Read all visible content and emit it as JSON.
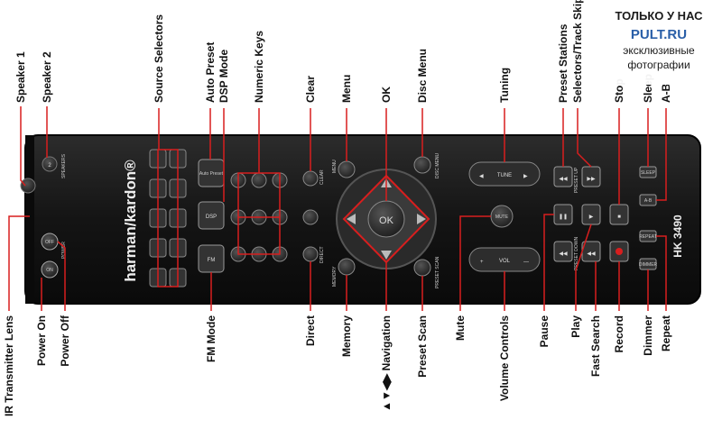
{
  "brand": "harman/kardon®",
  "model": "HK 3490",
  "watermark": {
    "line1": "ТОЛЬКО У НАС",
    "logo": "PULT.RU",
    "line3": "эксклюзивные",
    "line4": "фотографии"
  },
  "remote_text": {
    "speakers": "SPEAKERS",
    "power": "POWER",
    "off": "OFF",
    "on": "ON",
    "auto_preset": "Auto Preset",
    "dsp": "DSP",
    "fm": "FM",
    "clear": "CLEAR",
    "menu": "MENU",
    "disc_menu": "DISC MENU",
    "memory": "MEMORY",
    "preset_scan": "PRESET SCAN",
    "direct": "DIRECT",
    "ok": "OK",
    "mute": "MUTE",
    "tune": "TUNE",
    "vol": "VOL",
    "plus": "+",
    "minus": "—",
    "preset_up": "PRESET UP",
    "preset_down": "PRESET DOWN",
    "sleep": "SLEEP",
    "ab": "A-B",
    "repeat": "REPEAT",
    "dimmer": "DIMMER",
    "two": "2"
  },
  "labels_top": [
    {
      "id": "speaker-1",
      "text": "Speaker 1"
    },
    {
      "id": "speaker-2",
      "text": "Speaker 2"
    },
    {
      "id": "source-selectors",
      "text": "Source Selectors"
    },
    {
      "id": "auto-preset",
      "text": "Auto Preset"
    },
    {
      "id": "dsp-mode",
      "text": "DSP Mode"
    },
    {
      "id": "numeric-keys",
      "text": "Numeric Keys"
    },
    {
      "id": "clear",
      "text": "Clear"
    },
    {
      "id": "menu",
      "text": "Menu"
    },
    {
      "id": "ok",
      "text": "OK"
    },
    {
      "id": "disc-menu",
      "text": "Disc Menu"
    },
    {
      "id": "tuning",
      "text": "Tuning"
    },
    {
      "id": "preset-stations",
      "text": "Preset Stations"
    },
    {
      "id": "selectors-track-skip",
      "text": "Selectors/Track Skip"
    },
    {
      "id": "stop",
      "text": "Stop"
    },
    {
      "id": "sleep",
      "text": "Sleep"
    },
    {
      "id": "a-b",
      "text": "A-B"
    }
  ],
  "labels_bottom": [
    {
      "id": "ir-transmitter-lens",
      "text": "IR Transmitter Lens"
    },
    {
      "id": "power-on",
      "text": "Power On"
    },
    {
      "id": "power-off",
      "text": "Power Off"
    },
    {
      "id": "fm-mode",
      "text": "FM Mode"
    },
    {
      "id": "direct",
      "text": "Direct"
    },
    {
      "id": "memory",
      "text": "Memory"
    },
    {
      "id": "navigation",
      "text": "▲▼◀▶ Navigation"
    },
    {
      "id": "preset-scan",
      "text": "Preset Scan"
    },
    {
      "id": "mute",
      "text": "Mute"
    },
    {
      "id": "volume-controls",
      "text": "Volume Controls"
    },
    {
      "id": "pause",
      "text": "Pause"
    },
    {
      "id": "play",
      "text": "Play"
    },
    {
      "id": "fast-search",
      "text": "Fast Search"
    },
    {
      "id": "record",
      "text": "Record"
    },
    {
      "id": "dimmer",
      "text": "Dimmer"
    },
    {
      "id": "repeat",
      "text": "Repeat"
    }
  ],
  "colors": {
    "remote_body": "#141414",
    "button": "#2a2a2a",
    "callout_line": "#d81e1e",
    "label": "#111111"
  }
}
